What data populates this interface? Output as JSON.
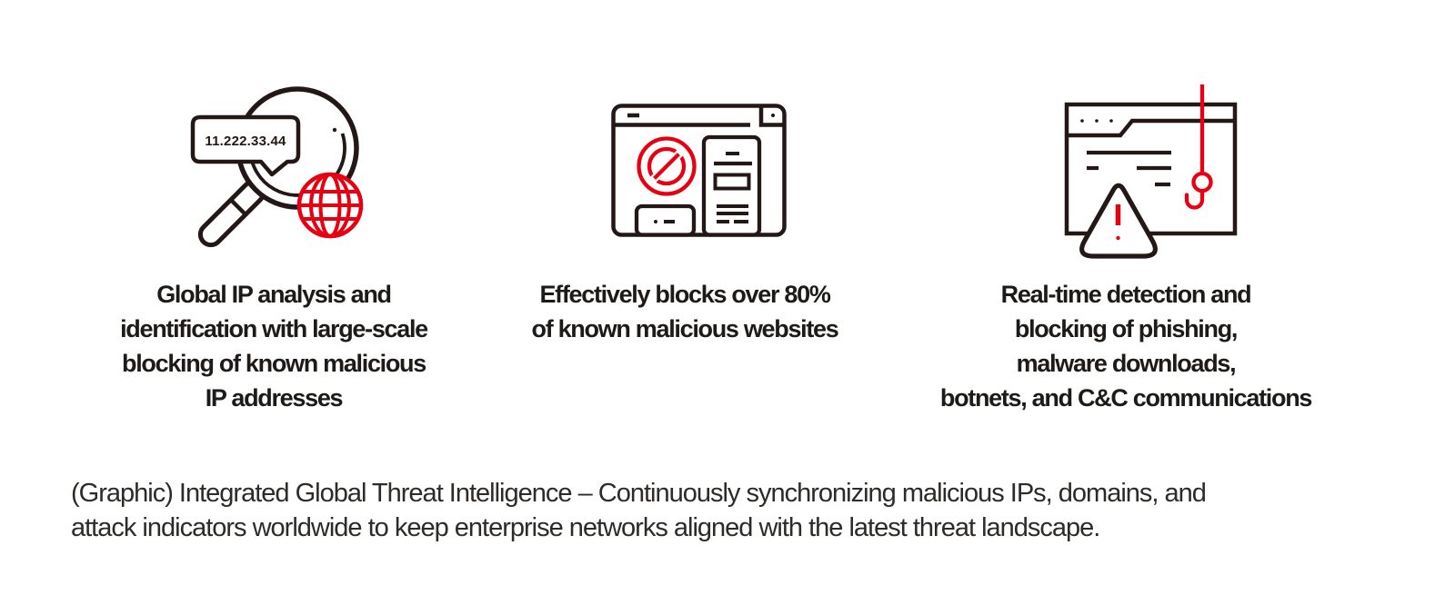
{
  "colors": {
    "background": "#ffffff",
    "line_dark": "#231815",
    "accent_red": "#e60012",
    "caption_text": "#1e1a18",
    "footer_text": "#2d2a28"
  },
  "features": [
    {
      "icon": "ip-analysis-magnifier-globe-icon",
      "bubble_text": "11.222.33.44",
      "caption_lines": [
        "Global IP analysis and",
        "identification with large-scale",
        "blocking of known malicious",
        "IP addresses"
      ]
    },
    {
      "icon": "blocked-website-browser-icon",
      "caption_lines": [
        "Effectively blocks over 80%",
        "of known malicious websites"
      ]
    },
    {
      "icon": "phishing-malware-alert-hook-icon",
      "caption_lines": [
        "Real-time detection and",
        "blocking of phishing,",
        "malware downloads,",
        "botnets, and C&C communications"
      ]
    }
  ],
  "footer": {
    "lines": [
      "(Graphic) Integrated Global Threat Intelligence – Continuously synchronizing malicious IPs, domains, and",
      "attack indicators worldwide to keep enterprise networks aligned with the latest threat landscape."
    ]
  }
}
